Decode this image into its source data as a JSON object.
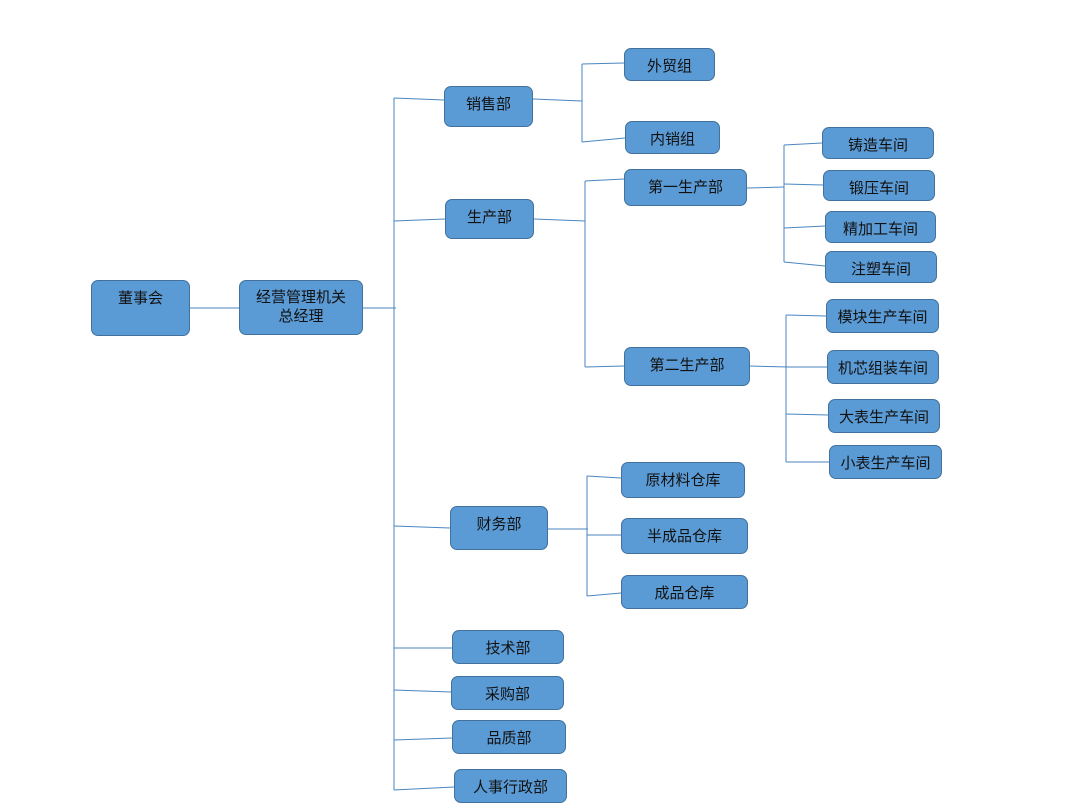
{
  "colors": {
    "node_fill": "#5b9bd5",
    "node_border": "#41719c",
    "connector": "#4a86c0",
    "text": "#111111"
  },
  "nodes": {
    "board": "董事会",
    "gm_line1": "经营管理机关",
    "gm_line2": "总经理",
    "sales": "销售部",
    "foreign_trade": "外贸组",
    "domestic_sales": "内销组",
    "production": "生产部",
    "prod1": "第一生产部",
    "casting": "铸造车间",
    "forging": "锻压车间",
    "finishing": "精加工车间",
    "injection": "注塑车间",
    "prod2": "第二生产部",
    "module": "模块生产车间",
    "movement": "机芯组装车间",
    "large_watch": "大表生产车间",
    "small_watch": "小表生产车间",
    "finance": "财务部",
    "raw_material": "原材料仓库",
    "semi_finished": "半成品仓库",
    "finished": "成品仓库",
    "tech": "技术部",
    "purchasing": "采购部",
    "quality": "品质部",
    "hr_admin": "人事行政部"
  }
}
